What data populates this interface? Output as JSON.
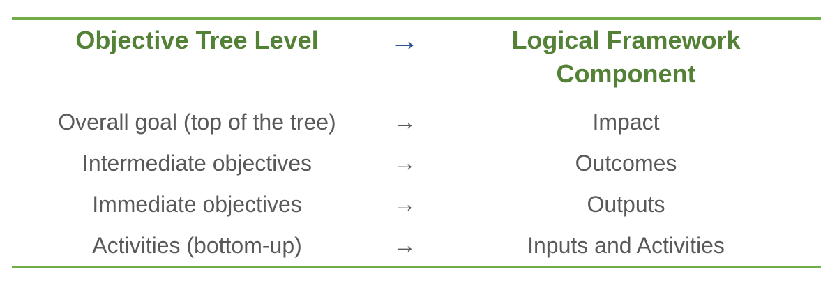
{
  "table": {
    "title_left": "Objective Tree Level",
    "title_right": "Logical Framework Component",
    "arrow_glyph": "→",
    "rows": [
      {
        "left": "Overall goal (top of the tree)",
        "right": "Impact"
      },
      {
        "left": "Intermediate objectives",
        "right": "Outcomes"
      },
      {
        "left": "Immediate objectives",
        "right": "Outputs"
      },
      {
        "left": "Activities (bottom-up)",
        "right": "Inputs and Activities"
      }
    ],
    "colors": {
      "header_green": "#538135",
      "rule_green": "#70AD47",
      "body_gray": "#595959",
      "arrow_blue": "#2F5496"
    }
  }
}
